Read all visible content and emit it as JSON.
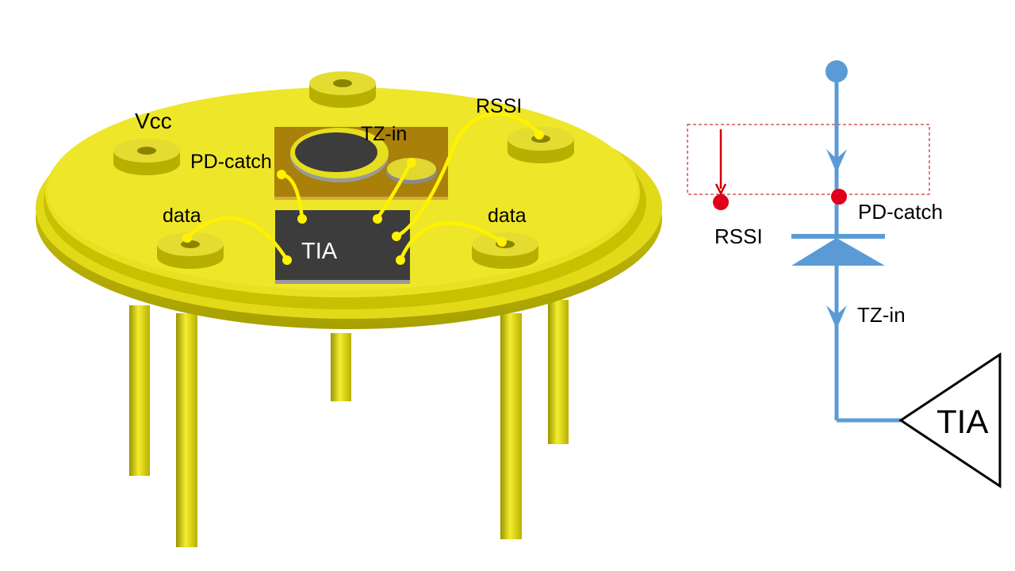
{
  "package_labels": {
    "vcc": "Vcc",
    "pd_catch": "PD-catch",
    "tz_in": "TZ-in",
    "rssi": "RSSI",
    "data_left": "data",
    "data_right": "data",
    "tia_chip": "TIA"
  },
  "schematic_labels": {
    "rssi": "RSSI",
    "pd_catch": "PD-catch",
    "tz_in": "TZ-in",
    "tia": "TIA"
  },
  "colors": {
    "gold": "#E8E020",
    "wire": "#FFF200",
    "chip": "#3C3C3C",
    "carrier": "#A8800A",
    "schematic_blue": "#5B9BD5",
    "red": "#E0001B"
  }
}
